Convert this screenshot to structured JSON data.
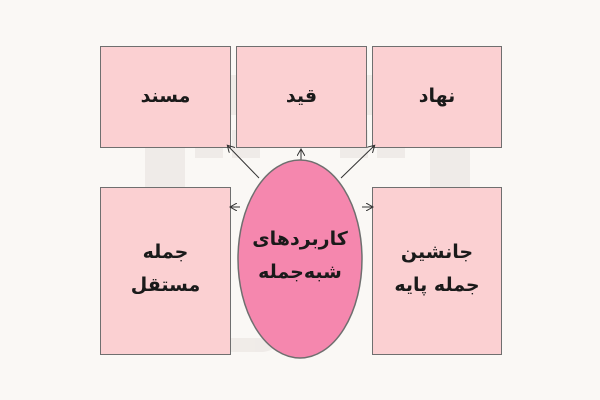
{
  "diagram": {
    "center": {
      "label": "کاربردهای\nشبه‌جمله"
    },
    "nodes": {
      "nahad": {
        "label": "نهاد"
      },
      "qeyd": {
        "label": "قید"
      },
      "mosnad": {
        "label": "مسند"
      },
      "janeshin": {
        "label": "جانشین\nجمله پایه"
      },
      "jomle": {
        "label": "جمله\nمستقل"
      }
    },
    "colors": {
      "box_fill": "#fbd0d2",
      "box_border": "#6f6f6f",
      "center_fill": "#f587ae",
      "arrow": "#333333",
      "background": "#faf8f5"
    }
  }
}
